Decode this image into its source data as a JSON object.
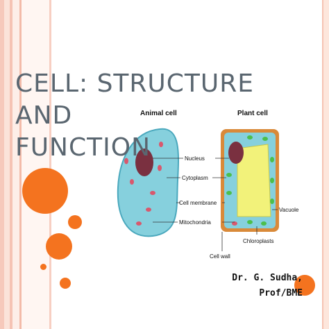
{
  "slide": {
    "title": "CELL: STRUCTURE AND\nFUNCTION",
    "author_line1": "Dr. G. Sudha,",
    "author_line2": "Prof/BME"
  },
  "diagram": {
    "animal_cell_title": "Animal cell",
    "plant_cell_title": "Plant cell",
    "labels": {
      "nucleus": "Nucleus",
      "cytoplasm": "Cytoplasm",
      "cell_membrane": "Cell membrane",
      "mitochondria": "Mitochondria",
      "vacuole": "Vacuole",
      "cell_wall": "Cell wall",
      "chloroplasts": "Chloroplasts"
    }
  },
  "colors": {
    "accent_orange": "#f4731f",
    "title_gray": "#5a6670",
    "cytoplasm_blue": "#86d0dd",
    "nucleus_maroon": "#7a3040",
    "vacuole_yellow": "#f2f27a",
    "cell_wall_brown": "#d98a3a",
    "chloroplast_green": "#4cbf4c"
  }
}
